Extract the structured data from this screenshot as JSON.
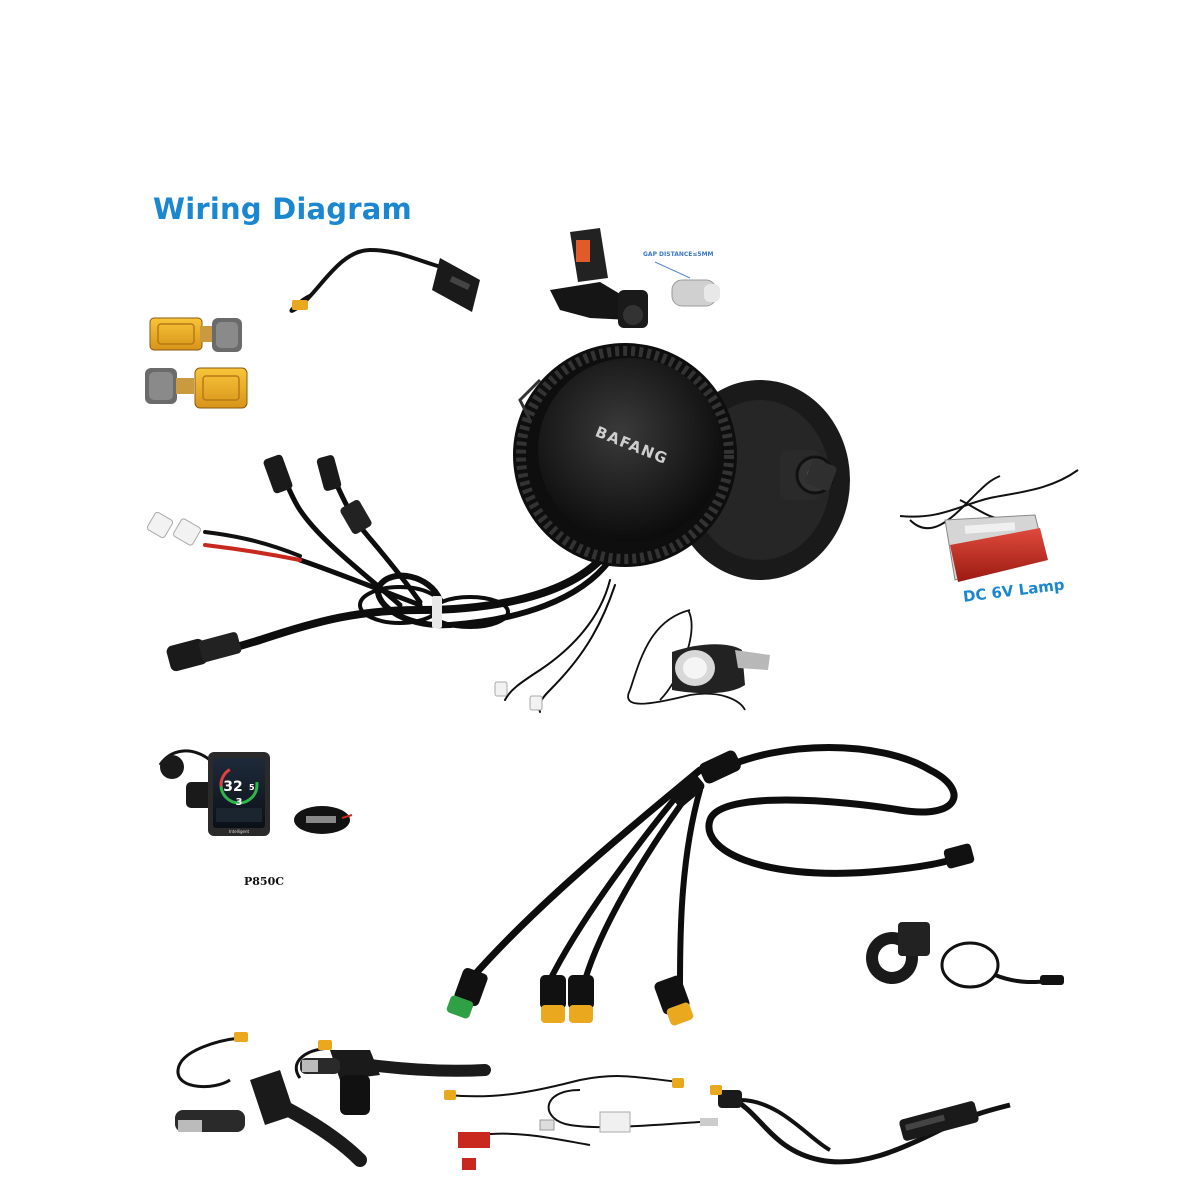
{
  "title": "Wiring Diagram",
  "labels": {
    "gap_distance": "GAP DISTANCE≤5MM",
    "motor_brand": "BAFANG",
    "lamp": "DC 6V Lamp",
    "display_model": "P850C",
    "display_speed": "32",
    "display_speed_decimal": "5",
    "display_assist_level": "3",
    "display_mode": "Intelligent"
  },
  "colors": {
    "title": "#1a87d0",
    "cable": "#111111",
    "connector_yellow": "#e9a81e",
    "connector_green": "#2fa046",
    "lamp_red": "#c8281e",
    "xt_connector": "#f2b01e"
  },
  "components": [
    "xt90-connectors",
    "speed-sensor-cable",
    "speed-sensor-magnet",
    "bafang-mid-drive-motor",
    "motor-wiring-harness",
    "rear-lamp",
    "front-headlight",
    "p850c-display",
    "1t4-extension-cable",
    "thumb-throttle",
    "brake-levers",
    "gear-shift-sensor",
    "light-cable"
  ]
}
